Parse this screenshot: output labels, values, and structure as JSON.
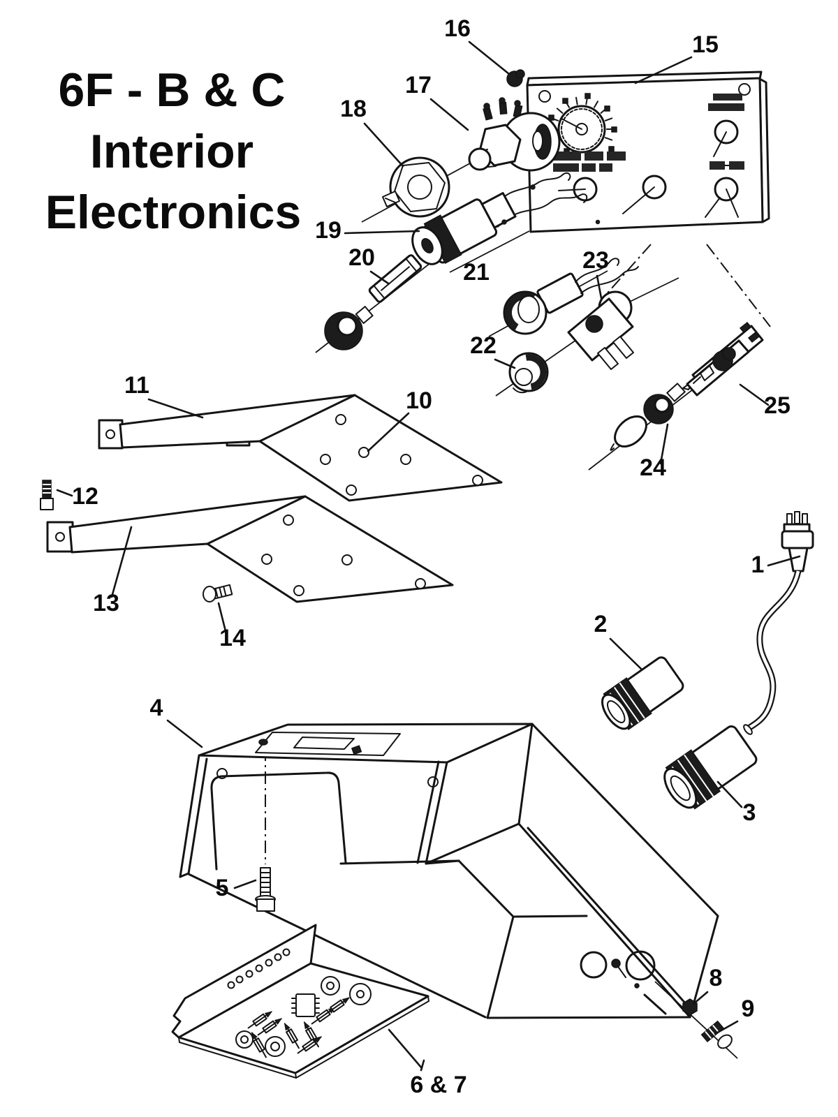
{
  "title": {
    "line1": "6F - B & C",
    "line2": "Interior",
    "line3": "Electronics"
  },
  "colors": {
    "ink": "#141414",
    "dark_fill": "#1c1c1c",
    "background": "#ffffff"
  },
  "diagram_type": "exploded-parts-diagram",
  "callouts": [
    {
      "label": "1"
    },
    {
      "label": "2"
    },
    {
      "label": "3"
    },
    {
      "label": "4"
    },
    {
      "label": "5"
    },
    {
      "label": "6 & 7"
    },
    {
      "label": "8"
    },
    {
      "label": "9"
    },
    {
      "label": "10"
    },
    {
      "label": "11"
    },
    {
      "label": "12"
    },
    {
      "label": "13"
    },
    {
      "label": "14"
    },
    {
      "label": "15"
    },
    {
      "label": "16"
    },
    {
      "label": "17"
    },
    {
      "label": "18"
    },
    {
      "label": "19"
    },
    {
      "label": "20"
    },
    {
      "label": "21"
    },
    {
      "label": "22"
    },
    {
      "label": "23"
    },
    {
      "label": "24"
    },
    {
      "label": "25"
    }
  ]
}
